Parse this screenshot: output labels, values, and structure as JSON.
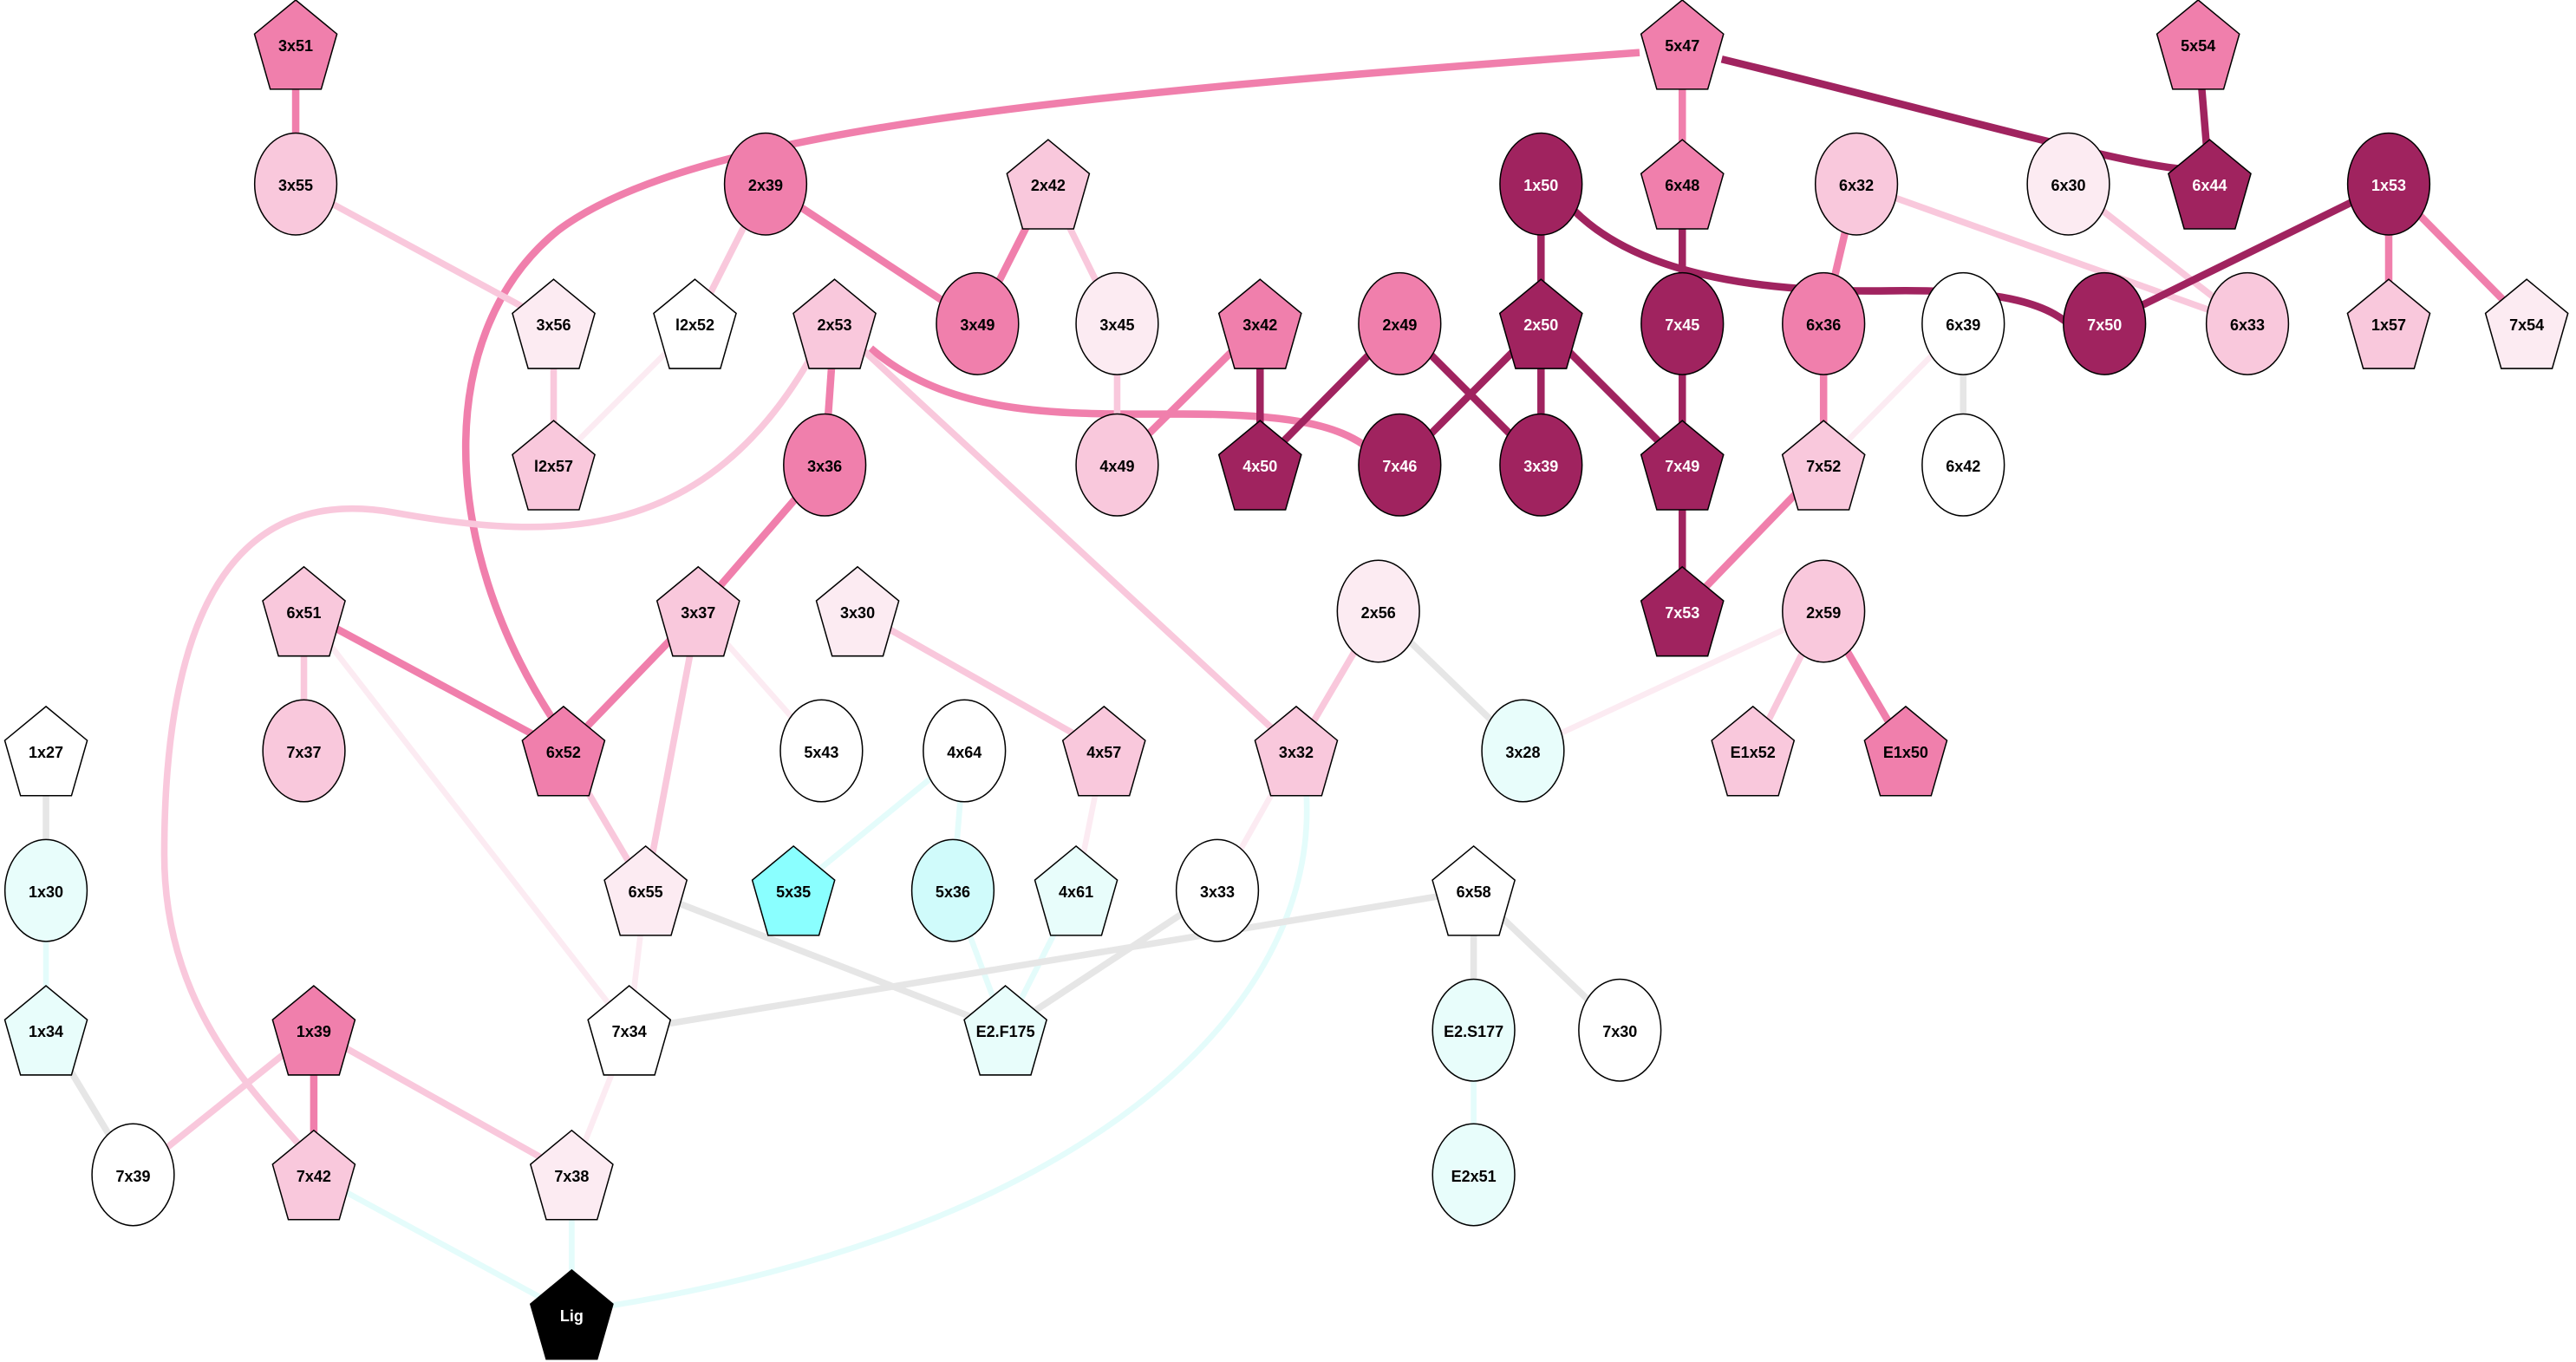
{
  "colors": {
    "dark": "#a0235f",
    "mid": "#f07fac",
    "light": "#f9c8dc",
    "vlight": "#fcebf2",
    "grey": "#e6e6e6",
    "cyan": "#e4fcfb",
    "white": "#ffffff",
    "cyan_light": "#e8fdfb",
    "cyan_mid": "#d0fbfb",
    "cyan_strong": "#8affff",
    "black": "#000000"
  },
  "nodes": [
    {
      "id": "3x51",
      "shape": "pentagon",
      "fill": "mid"
    },
    {
      "id": "5x47",
      "shape": "pentagon",
      "fill": "mid"
    },
    {
      "id": "5x54",
      "shape": "pentagon",
      "fill": "mid"
    },
    {
      "id": "3x55",
      "shape": "ellipse",
      "fill": "light"
    },
    {
      "id": "2x39",
      "shape": "ellipse",
      "fill": "mid"
    },
    {
      "id": "2x42",
      "shape": "pentagon",
      "fill": "light"
    },
    {
      "id": "1x50",
      "shape": "ellipse",
      "fill": "dark"
    },
    {
      "id": "6x48",
      "shape": "pentagon",
      "fill": "mid"
    },
    {
      "id": "6x32",
      "shape": "ellipse",
      "fill": "light"
    },
    {
      "id": "6x30",
      "shape": "ellipse",
      "fill": "vlight"
    },
    {
      "id": "6x44",
      "shape": "pentagon",
      "fill": "dark"
    },
    {
      "id": "1x53",
      "shape": "ellipse",
      "fill": "dark"
    },
    {
      "id": "3x56",
      "shape": "pentagon",
      "fill": "vlight"
    },
    {
      "id": "l2x52",
      "shape": "pentagon",
      "fill": "white"
    },
    {
      "id": "2x53",
      "shape": "pentagon",
      "fill": "light"
    },
    {
      "id": "3x49",
      "shape": "ellipse",
      "fill": "mid"
    },
    {
      "id": "3x45",
      "shape": "ellipse",
      "fill": "vlight"
    },
    {
      "id": "3x42",
      "shape": "pentagon",
      "fill": "mid"
    },
    {
      "id": "2x49",
      "shape": "ellipse",
      "fill": "mid"
    },
    {
      "id": "2x50",
      "shape": "pentagon",
      "fill": "dark"
    },
    {
      "id": "7x45",
      "shape": "ellipse",
      "fill": "dark"
    },
    {
      "id": "6x36",
      "shape": "ellipse",
      "fill": "mid"
    },
    {
      "id": "6x39",
      "shape": "ellipse",
      "fill": "white"
    },
    {
      "id": "7x50",
      "shape": "ellipse",
      "fill": "dark"
    },
    {
      "id": "6x33",
      "shape": "ellipse",
      "fill": "light"
    },
    {
      "id": "1x57",
      "shape": "pentagon",
      "fill": "light"
    },
    {
      "id": "7x54",
      "shape": "pentagon",
      "fill": "vlight"
    },
    {
      "id": "l2x57",
      "shape": "pentagon",
      "fill": "light"
    },
    {
      "id": "3x36",
      "shape": "ellipse",
      "fill": "mid"
    },
    {
      "id": "4x49",
      "shape": "ellipse",
      "fill": "light"
    },
    {
      "id": "4x50",
      "shape": "pentagon",
      "fill": "dark"
    },
    {
      "id": "7x46",
      "shape": "ellipse",
      "fill": "dark"
    },
    {
      "id": "3x39",
      "shape": "ellipse",
      "fill": "dark"
    },
    {
      "id": "7x49",
      "shape": "pentagon",
      "fill": "dark"
    },
    {
      "id": "7x52",
      "shape": "pentagon",
      "fill": "light"
    },
    {
      "id": "6x42",
      "shape": "ellipse",
      "fill": "white"
    },
    {
      "id": "6x51",
      "shape": "pentagon",
      "fill": "light"
    },
    {
      "id": "3x37",
      "shape": "pentagon",
      "fill": "light"
    },
    {
      "id": "3x30",
      "shape": "pentagon",
      "fill": "vlight"
    },
    {
      "id": "2x56",
      "shape": "ellipse",
      "fill": "vlight"
    },
    {
      "id": "7x53",
      "shape": "pentagon",
      "fill": "dark"
    },
    {
      "id": "2x59",
      "shape": "ellipse",
      "fill": "light"
    },
    {
      "id": "1x27",
      "shape": "pentagon",
      "fill": "white"
    },
    {
      "id": "7x37",
      "shape": "ellipse",
      "fill": "light"
    },
    {
      "id": "6x52",
      "shape": "pentagon",
      "fill": "mid"
    },
    {
      "id": "5x43",
      "shape": "ellipse",
      "fill": "white"
    },
    {
      "id": "4x64",
      "shape": "ellipse",
      "fill": "white"
    },
    {
      "id": "4x57",
      "shape": "pentagon",
      "fill": "light"
    },
    {
      "id": "3x32",
      "shape": "pentagon",
      "fill": "light"
    },
    {
      "id": "3x28",
      "shape": "ellipse",
      "fill": "cyan_light"
    },
    {
      "id": "E1x52",
      "shape": "pentagon",
      "fill": "light"
    },
    {
      "id": "E1x50",
      "shape": "pentagon",
      "fill": "mid"
    },
    {
      "id": "1x30",
      "shape": "ellipse",
      "fill": "cyan_light"
    },
    {
      "id": "6x55",
      "shape": "pentagon",
      "fill": "vlight"
    },
    {
      "id": "5x35",
      "shape": "pentagon",
      "fill": "cyan_strong"
    },
    {
      "id": "5x36",
      "shape": "ellipse",
      "fill": "cyan_mid"
    },
    {
      "id": "4x61",
      "shape": "pentagon",
      "fill": "cyan_light"
    },
    {
      "id": "3x33",
      "shape": "ellipse",
      "fill": "white"
    },
    {
      "id": "6x58",
      "shape": "pentagon",
      "fill": "white"
    },
    {
      "id": "1x34",
      "shape": "pentagon",
      "fill": "cyan_light"
    },
    {
      "id": "1x39",
      "shape": "pentagon",
      "fill": "mid"
    },
    {
      "id": "7x34",
      "shape": "pentagon",
      "fill": "white"
    },
    {
      "id": "E2.F175",
      "shape": "pentagon",
      "fill": "cyan_light"
    },
    {
      "id": "E2.S177",
      "shape": "ellipse",
      "fill": "cyan_light"
    },
    {
      "id": "7x30",
      "shape": "ellipse",
      "fill": "white"
    },
    {
      "id": "7x39",
      "shape": "ellipse",
      "fill": "white"
    },
    {
      "id": "7x42",
      "shape": "pentagon",
      "fill": "light"
    },
    {
      "id": "7x38",
      "shape": "pentagon",
      "fill": "vlight"
    },
    {
      "id": "E2x51",
      "shape": "ellipse",
      "fill": "cyan_light"
    },
    {
      "id": "Lig",
      "shape": "pentagon",
      "fill": "black"
    }
  ],
  "edges": [
    {
      "source": "3x51",
      "target": "3x55",
      "tone": "mid"
    },
    {
      "source": "5x47",
      "target": "6x52",
      "tone": "mid"
    },
    {
      "source": "5x47",
      "target": "6x44",
      "tone": "dark"
    },
    {
      "source": "5x47",
      "target": "6x48",
      "tone": "mid"
    },
    {
      "source": "5x54",
      "target": "6x44",
      "tone": "dark"
    },
    {
      "source": "3x55",
      "target": "3x56",
      "tone": "light"
    },
    {
      "source": "2x39",
      "target": "l2x52",
      "tone": "light"
    },
    {
      "source": "2x39",
      "target": "3x49",
      "tone": "mid"
    },
    {
      "source": "2x42",
      "target": "3x49",
      "tone": "mid"
    },
    {
      "source": "2x42",
      "target": "3x45",
      "tone": "light"
    },
    {
      "source": "1x50",
      "target": "2x50",
      "tone": "dark"
    },
    {
      "source": "1x50",
      "target": "7x50",
      "tone": "dark"
    },
    {
      "source": "6x48",
      "target": "7x45",
      "tone": "dark"
    },
    {
      "source": "6x32",
      "target": "6x36",
      "tone": "mid"
    },
    {
      "source": "6x32",
      "target": "6x33",
      "tone": "light"
    },
    {
      "source": "6x30",
      "target": "6x33",
      "tone": "light"
    },
    {
      "source": "1x53",
      "target": "7x50",
      "tone": "dark"
    },
    {
      "source": "1x53",
      "target": "1x57",
      "tone": "mid"
    },
    {
      "source": "1x53",
      "target": "7x54",
      "tone": "mid"
    },
    {
      "source": "3x56",
      "target": "l2x57",
      "tone": "light"
    },
    {
      "source": "l2x52",
      "target": "l2x57",
      "tone": "vlight"
    },
    {
      "source": "2x53",
      "target": "3x36",
      "tone": "mid"
    },
    {
      "source": "2x53",
      "target": "7x46",
      "tone": "mid"
    },
    {
      "source": "2x53",
      "target": "3x32",
      "tone": "light"
    },
    {
      "source": "2x53",
      "target": "7x42",
      "tone": "light"
    },
    {
      "source": "3x45",
      "target": "4x49",
      "tone": "light"
    },
    {
      "source": "3x42",
      "target": "4x50",
      "tone": "dark"
    },
    {
      "source": "3x42",
      "target": "4x49",
      "tone": "mid"
    },
    {
      "source": "2x49",
      "target": "4x50",
      "tone": "dark"
    },
    {
      "source": "2x49",
      "target": "3x39",
      "tone": "dark"
    },
    {
      "source": "2x50",
      "target": "7x46",
      "tone": "dark"
    },
    {
      "source": "2x50",
      "target": "3x39",
      "tone": "dark"
    },
    {
      "source": "2x50",
      "target": "7x49",
      "tone": "dark"
    },
    {
      "source": "7x45",
      "target": "7x49",
      "tone": "dark"
    },
    {
      "source": "6x36",
      "target": "7x52",
      "tone": "mid"
    },
    {
      "source": "6x39",
      "target": "7x52",
      "tone": "vlight"
    },
    {
      "source": "6x39",
      "target": "6x42",
      "tone": "grey"
    },
    {
      "source": "7x49",
      "target": "7x53",
      "tone": "dark"
    },
    {
      "source": "7x52",
      "target": "7x53",
      "tone": "mid"
    },
    {
      "source": "3x36",
      "target": "3x37",
      "tone": "mid"
    },
    {
      "source": "6x51",
      "target": "7x37",
      "tone": "light"
    },
    {
      "source": "6x51",
      "target": "6x52",
      "tone": "mid"
    },
    {
      "source": "6x51",
      "target": "7x34",
      "tone": "vlight"
    },
    {
      "source": "3x37",
      "target": "6x52",
      "tone": "mid"
    },
    {
      "source": "3x37",
      "target": "6x55",
      "tone": "light"
    },
    {
      "source": "3x37",
      "target": "5x43",
      "tone": "vlight"
    },
    {
      "source": "3x30",
      "target": "4x57",
      "tone": "light"
    },
    {
      "source": "2x56",
      "target": "3x32",
      "tone": "light"
    },
    {
      "source": "2x56",
      "target": "3x28",
      "tone": "grey"
    },
    {
      "source": "2x59",
      "target": "3x28",
      "tone": "vlight"
    },
    {
      "source": "2x59",
      "target": "E1x52",
      "tone": "light"
    },
    {
      "source": "2x59",
      "target": "E1x50",
      "tone": "mid"
    },
    {
      "source": "1x27",
      "target": "1x30",
      "tone": "grey"
    },
    {
      "source": "6x52",
      "target": "6x55",
      "tone": "light"
    },
    {
      "source": "4x64",
      "target": "5x35",
      "tone": "cyan"
    },
    {
      "source": "4x64",
      "target": "5x36",
      "tone": "cyan"
    },
    {
      "source": "4x57",
      "target": "4x61",
      "tone": "vlight"
    },
    {
      "source": "3x32",
      "target": "3x33",
      "tone": "vlight"
    },
    {
      "source": "3x32",
      "target": "Lig",
      "tone": "cyan"
    },
    {
      "source": "1x30",
      "target": "1x34",
      "tone": "cyan"
    },
    {
      "source": "6x55",
      "target": "7x34",
      "tone": "vlight"
    },
    {
      "source": "6x55",
      "target": "E2.F175",
      "tone": "grey"
    },
    {
      "source": "5x36",
      "target": "E2.F175",
      "tone": "cyan"
    },
    {
      "source": "4x61",
      "target": "E2.F175",
      "tone": "cyan"
    },
    {
      "source": "3x33",
      "target": "E2.F175",
      "tone": "grey"
    },
    {
      "source": "6x58",
      "target": "7x34",
      "tone": "grey"
    },
    {
      "source": "6x58",
      "target": "E2.S177",
      "tone": "grey"
    },
    {
      "source": "6x58",
      "target": "7x30",
      "tone": "grey"
    },
    {
      "source": "1x34",
      "target": "7x39",
      "tone": "grey"
    },
    {
      "source": "1x39",
      "target": "7x39",
      "tone": "light"
    },
    {
      "source": "1x39",
      "target": "7x42",
      "tone": "mid"
    },
    {
      "source": "1x39",
      "target": "7x38",
      "tone": "light"
    },
    {
      "source": "7x34",
      "target": "7x38",
      "tone": "vlight"
    },
    {
      "source": "E2.S177",
      "target": "E2x51",
      "tone": "cyan"
    },
    {
      "source": "7x42",
      "target": "Lig",
      "tone": "cyan"
    },
    {
      "source": "7x38",
      "target": "Lig",
      "tone": "cyan"
    }
  ]
}
